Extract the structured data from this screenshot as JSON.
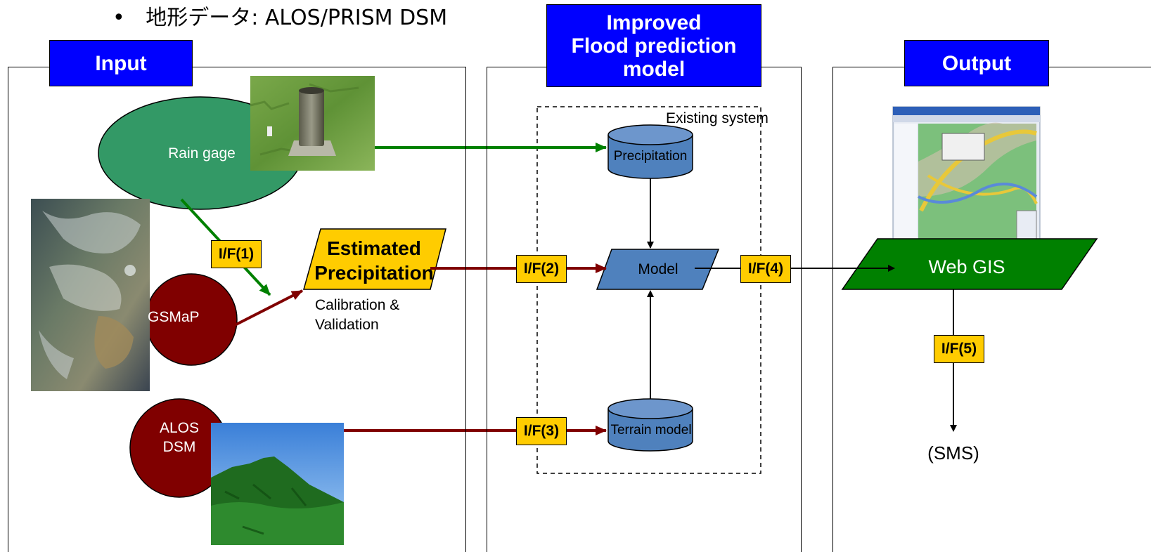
{
  "bullet": {
    "dot": "•",
    "text": "地形データ: ALOS/PRISM DSM"
  },
  "headers": {
    "input": "Input",
    "model": "Improved\nFlood prediction\nmodel",
    "output": "Output"
  },
  "nodes": {
    "rain_gage": "Rain gage",
    "gsmap": "GSMaP",
    "alos_dsm": "ALOS\nDSM",
    "estimated_precipitation": "Estimated\nPrecipitation",
    "calibration": "Calibration &\nValidation",
    "existing_system": "Existing system",
    "precipitation": "Precipitation",
    "model": "Model",
    "terrain_model": "Terrain model",
    "web_gis": "Web GIS",
    "sms": "(SMS)"
  },
  "interfaces": [
    "I/F(1)",
    "I/F(2)",
    "I/F(3)",
    "I/F(4)",
    "I/F(5)"
  ],
  "colors": {
    "header_blue": "#0000ff",
    "interface_yellow": "#ffcc00",
    "rain_gage_green": "#339966",
    "satellite_red": "#800000",
    "cylinder_blue": "#4f81bd",
    "web_gis_green": "#008000",
    "arrow_green": "#008000",
    "arrow_darkred": "#800000"
  }
}
